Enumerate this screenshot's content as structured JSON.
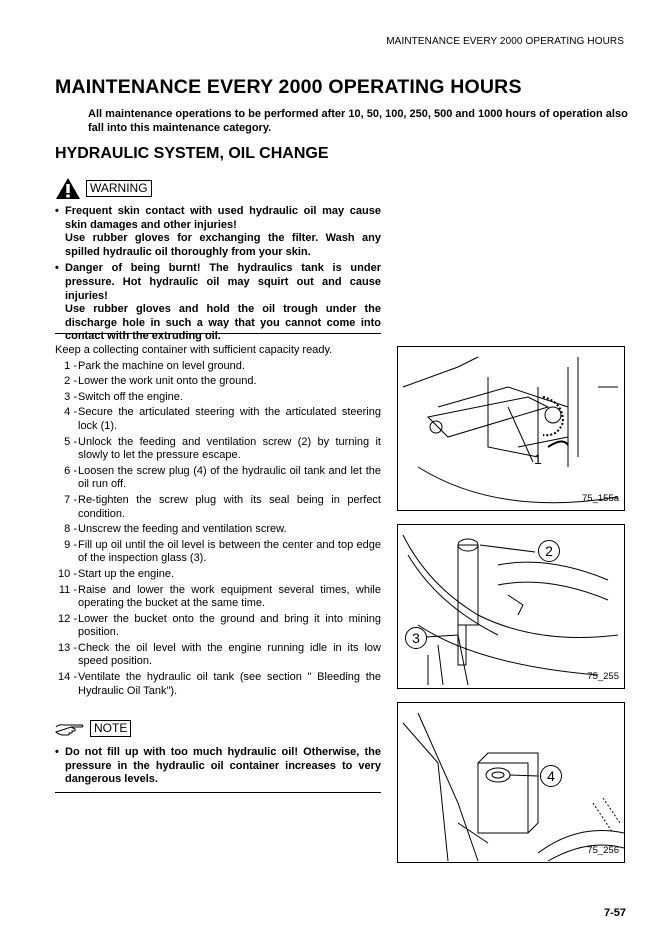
{
  "running_header": "MAINTENANCE EVERY 2000 OPERATING HOURS",
  "title": "MAINTENANCE EVERY 2000 OPERATING HOURS",
  "intro": "All maintenance operations to be performed after 10, 50, 100, 250, 500 and 1000 hours of operation also fall into this maintenance category.",
  "section_title": "HYDRAULIC SYSTEM, OIL CHANGE",
  "warning": {
    "label": "WARNING",
    "icon": "warning-triangle-icon",
    "items": [
      {
        "line1": "Frequent skin contact with used hydraulic oil may cause skin damages and other injuries!",
        "line2": "Use rubber gloves for exchanging the filter. Wash any spilled hydraulic oil thoroughly from your skin."
      },
      {
        "line1": "Danger of being burnt! The hydraulics tank is under pressure. Hot hydraulic oil may squirt out and cause injuries!",
        "line2": "Use rubber gloves and hold the oil trough under the discharge hole in such a way that you cannot come into contact with the extruding oil."
      }
    ]
  },
  "procedure": {
    "lead": "Keep a collecting container with sufficient capacity ready.",
    "steps": [
      {
        "n": "1 -",
        "t": "Park the machine on level ground."
      },
      {
        "n": "2 -",
        "t": "Lower the work unit onto the ground."
      },
      {
        "n": "3 -",
        "t": "Switch off the engine."
      },
      {
        "n": "4 -",
        "t": "Secure the articulated steering with the articulated steering lock (1)."
      },
      {
        "n": "5 -",
        "t": "Unlock the feeding and ventilation screw (2) by turning it slowly to let the pressure escape."
      },
      {
        "n": "6 -",
        "t": "Loosen the screw plug (4) of the hydraulic oil tank and let the oil run off."
      },
      {
        "n": "7 -",
        "t": "Re-tighten the screw plug with its seal being in perfect condition."
      },
      {
        "n": "8 -",
        "t": "Unscrew the feeding and ventilation screw."
      },
      {
        "n": "9 -",
        "t": "Fill up oil until the oil level is between the center and top edge of the inspection glass (3)."
      },
      {
        "n": "10 -",
        "t": "Start up the engine."
      },
      {
        "n": "11 -",
        "t": "Raise and lower the work equipment several times, while operating the bucket at the same time."
      },
      {
        "n": "12 -",
        "t": "Lower the bucket onto the ground and bring it into mining position."
      },
      {
        "n": "13 -",
        "t": "Check the oil level with the engine running idle in its low speed position."
      },
      {
        "n": "14 -",
        "t": "Ventilate the hydraulic oil tank (see section \" Bleeding the Hydraulic Oil Tank\")."
      }
    ]
  },
  "note": {
    "label": "NOTE",
    "icon": "pointing-hand-icon",
    "items": [
      "Do not fill up with too much hydraulic oil! Otherwise, the pressure in the hydraulic oil container increases to very dangerous levels."
    ]
  },
  "figures": [
    {
      "id": "75_155a",
      "callouts": [
        "1"
      ]
    },
    {
      "id": "75_255",
      "callouts": [
        "2",
        "3"
      ]
    },
    {
      "id": "75_256",
      "callouts": [
        "4"
      ]
    }
  ],
  "page_number": "7-57"
}
